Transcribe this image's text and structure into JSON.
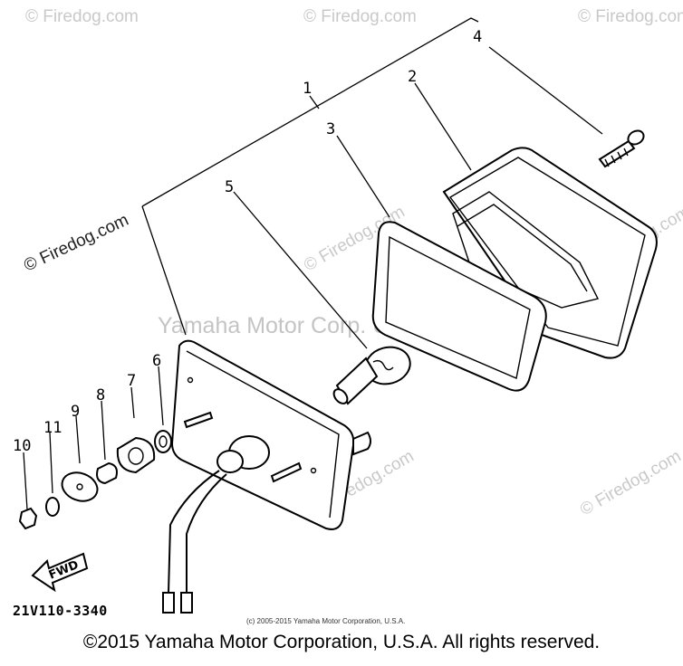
{
  "watermark": {
    "site": "© Firedog.com",
    "corp": "Yamaha Motor Corp. U.S.A.",
    "tm": "™"
  },
  "part_labels": [
    "1",
    "2",
    "3",
    "4",
    "5",
    "6",
    "7",
    "8",
    "9",
    "10",
    "11"
  ],
  "fwd_label": "FWD",
  "diagram_code": "21V110-3340",
  "small_copyright": "(c) 2005-2015 Yamaha Motor Corporation, U.S.A.",
  "footer_copyright": "©2015 Yamaha Motor Corporation, U.S.A. All rights reserved."
}
